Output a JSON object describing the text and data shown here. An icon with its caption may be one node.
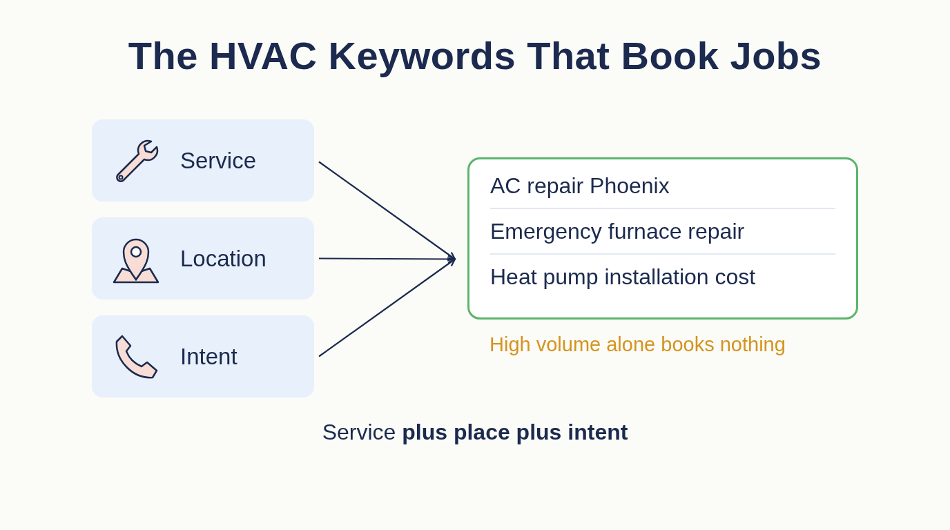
{
  "diagram": {
    "title": "The HVAC Keywords That Book Jobs",
    "nodes": [
      {
        "text": [
          "Service"
        ]
      },
      {
        "text": [
          "Location"
        ]
      },
      {
        "text": [
          "Intent"
        ]
      },
      {
        "text": [
          "AC repair Phoenix",
          "Emergency furnace repair",
          "Heat pump installation cost"
        ],
        "beside": [
          "High volume alone books nothing"
        ]
      }
    ],
    "edges": [
      {
        "from": 0,
        "to": 3,
        "arrow": "to"
      },
      {
        "from": 1,
        "to": 3,
        "arrow": "to"
      },
      {
        "from": 2,
        "to": 3,
        "arrow": "to"
      }
    ],
    "caption": "Service **plus place plus intent**"
  }
}
